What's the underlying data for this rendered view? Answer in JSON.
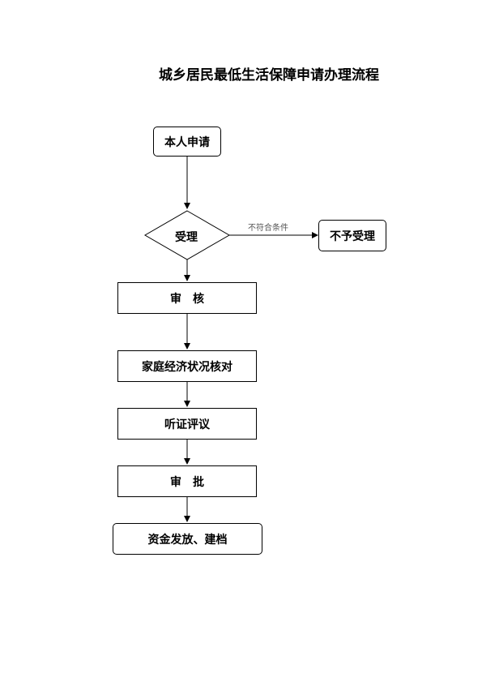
{
  "title": "城乡居民最低生活保障申请办理流程",
  "nodes": {
    "apply": "本人申请",
    "accept": "受理",
    "reject": "不予受理",
    "review": "审　核",
    "verify": "家庭经济状况核对",
    "hearing": "听证评议",
    "approve": "审　批",
    "payout": "资金发放、建档"
  },
  "edges": {
    "not_qualified": "不符合条件"
  }
}
